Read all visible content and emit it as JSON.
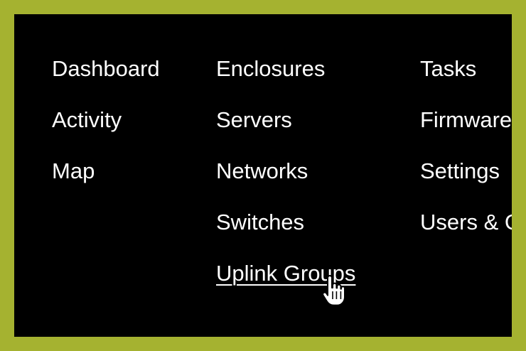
{
  "colors": {
    "background": "#a5b230",
    "menu_background": "#000000",
    "menu_text": "#ffffff"
  },
  "menu": {
    "column_1": [
      {
        "label": "Dashboard"
      },
      {
        "label": "Activity"
      },
      {
        "label": "Map"
      }
    ],
    "column_2": [
      {
        "label": "Enclosures"
      },
      {
        "label": "Servers"
      },
      {
        "label": "Networks"
      },
      {
        "label": "Switches"
      },
      {
        "label": "Uplink Groups",
        "state": "hovered"
      }
    ],
    "column_3": [
      {
        "label": "Tasks"
      },
      {
        "label": "Firmware"
      },
      {
        "label": "Settings"
      },
      {
        "label": "Users & Groups"
      }
    ]
  },
  "cursor": {
    "icon": "hand-pointer-icon"
  }
}
